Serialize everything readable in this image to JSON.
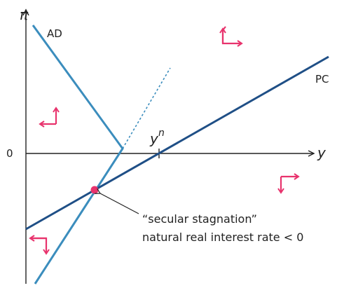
{
  "axes": {
    "x_label": "y",
    "y_label": "π",
    "zero_label": "0",
    "yn_label": "y",
    "yn_superscript": "n"
  },
  "curves": {
    "ad_label": "AD",
    "pc_label": "PC"
  },
  "annotation": {
    "line1": "“secular stagnation”",
    "line2": "natural real interest rate < 0"
  },
  "colors": {
    "ad_line": "#3b8dbd",
    "pc_line": "#1f4f86",
    "point": "#e8336d",
    "arrows": "#e8336d",
    "axis": "#222222"
  },
  "icons": {
    "dynamics_arrow": "elbow-arrow-icon"
  }
}
